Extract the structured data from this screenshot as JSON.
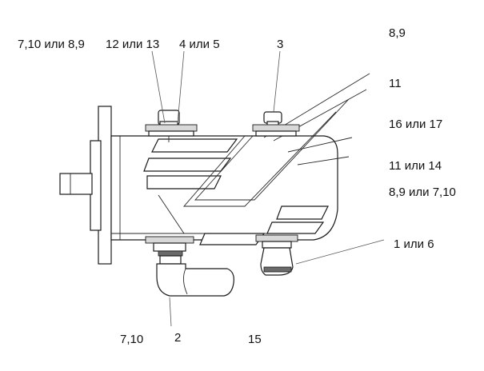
{
  "labels": {
    "top_1": "7,10 или 8,9",
    "top_2": "12 или 13",
    "top_3": "4 или 5",
    "top_4": "3",
    "right_1": "8,9",
    "right_2": "11",
    "right_3": "16 или 17",
    "right_4": "11 или 14",
    "right_5": "8,9 или 7,10",
    "right_6": "1 или 6",
    "bottom_1": "7,10",
    "bottom_2": "2",
    "bottom_3": "15"
  }
}
